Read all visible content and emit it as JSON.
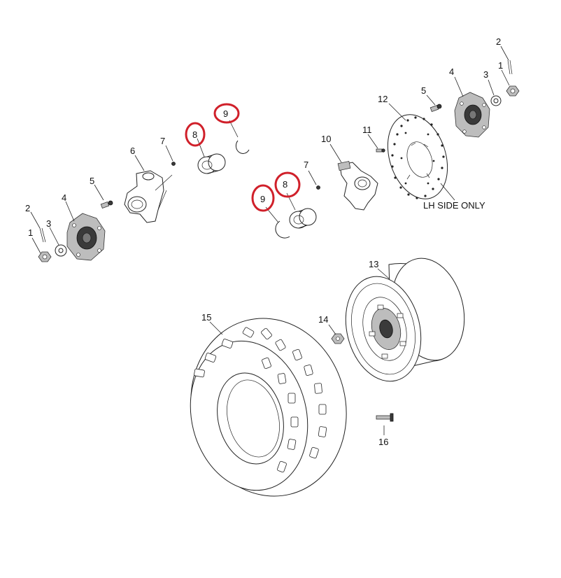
{
  "callouts": {
    "n1": "1",
    "n2": "2",
    "n3": "3",
    "n4": "4",
    "n5": "5",
    "n6": "6",
    "n7": "7",
    "n8": "8",
    "n9": "9",
    "n10": "10",
    "n11": "11",
    "n12": "12",
    "n13": "13",
    "n14": "14",
    "n15": "15",
    "n16": "16"
  },
  "notes": {
    "lh_side_only": "LH SIDE ONLY"
  },
  "colors": {
    "highlight": "#d0202a",
    "ink": "#222222"
  }
}
